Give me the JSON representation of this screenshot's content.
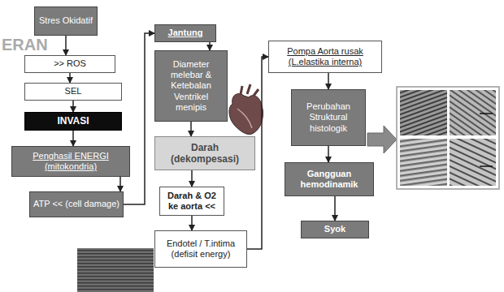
{
  "diagram": {
    "nodes": [
      {
        "text": [
          "Stres Okidatif"
        ]
      },
      {
        "text": [
          ">> ROS"
        ]
      },
      {
        "text": [
          "SEL"
        ]
      },
      {
        "text": [
          "INVASI"
        ]
      },
      {
        "text": [
          "Penghasil ENERGI (mitokondria)"
        ]
      },
      {
        "text": [
          "ATP << (cell damage)"
        ]
      },
      {
        "text": [
          "Jantung"
        ]
      },
      {
        "text": [
          "Diameter melebar & Ketebalan Ventrikel menipis"
        ]
      },
      {
        "text": [
          "Darah (dekompesasi)"
        ]
      },
      {
        "text": [
          "Darah & O2 ke aorta <<"
        ]
      },
      {
        "text": [
          "Endotel / T.intima (defisit energy)"
        ]
      },
      {
        "text": [
          "Pompa Aorta rusak (L.elastika interna)"
        ]
      },
      {
        "text": [
          "Perubahan Struktural histologik"
        ]
      },
      {
        "text": [
          "Gangguan hemodinamik"
        ]
      },
      {
        "text": [
          "Syok"
        ]
      }
    ],
    "edges": [
      {
        "from": 0,
        "to": 1,
        "arrow": "to"
      },
      {
        "from": 1,
        "to": 2,
        "arrow": "to"
      },
      {
        "from": 2,
        "to": 3,
        "arrow": "to"
      },
      {
        "from": 3,
        "to": 4,
        "arrow": "to"
      },
      {
        "from": 4,
        "to": 5,
        "arrow": "to"
      },
      {
        "from": 5,
        "to": 6,
        "arrow": "to"
      },
      {
        "from": 6,
        "to": 7,
        "arrow": "to"
      },
      {
        "from": 7,
        "to": 8,
        "arrow": "to"
      },
      {
        "from": 8,
        "to": 9,
        "arrow": "to"
      },
      {
        "from": 9,
        "to": 10,
        "arrow": "to"
      },
      {
        "from": 10,
        "to": 11,
        "arrow": "to"
      },
      {
        "from": 11,
        "to": 12,
        "arrow": "to"
      },
      {
        "from": 12,
        "to": 13,
        "arrow": "to"
      },
      {
        "from": 13,
        "to": 14,
        "arrow": "to"
      }
    ],
    "labels": [
      "ERAN"
    ]
  }
}
